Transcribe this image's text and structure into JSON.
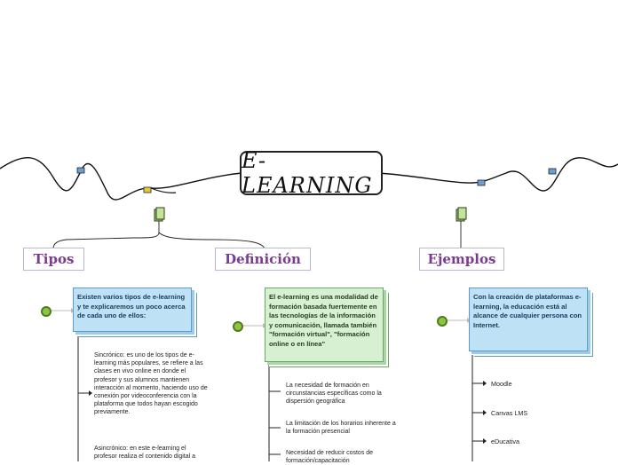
{
  "central_topic": "E-LEARNING",
  "branches": [
    {
      "title": "Tipos",
      "description": "Existen varios tipos de e-learning y te explicaremos un poco acerca de cada uno de ellos:",
      "items": [
        "Sincrónico: es uno de los tipos de e-learning más populares, se refiere a las clases en vivo online en donde el profesor y sus alumnos mantienen interacción al momento, haciendo uso de conexión por videoconferencia con la plataforma que todos hayan escogido previamente.",
        "Asincrónico: en este e-learning el profesor realiza el contenido digital a"
      ]
    },
    {
      "title": "Definición",
      "description": "El e-learning es una modalidad de formación basada fuertemente en las tecnologías de la información y comunicación, llamada también \"formación virtual\", \"formación online o en línea\"",
      "items": [
        "La necesidad de formación en circunstancias específicas como la dispersión geográfica",
        "La limitación de los horarios inherente a la formación presencial",
        "Necesidad de reducir costos de formación/capacitación"
      ]
    },
    {
      "title": "Ejemplos",
      "description": "Con la creación de plataformas e-learning, la educación está al alcance de cualquier persona con Internet.",
      "items": [
        "Moodle",
        "Canvas LMS",
        "eDucativa"
      ]
    }
  ],
  "colors": {
    "branch_text": "#7a3c8f",
    "box_blue": "#bfe1f5",
    "box_green": "#d8f0d2",
    "marker_green": "#8cc63f"
  }
}
